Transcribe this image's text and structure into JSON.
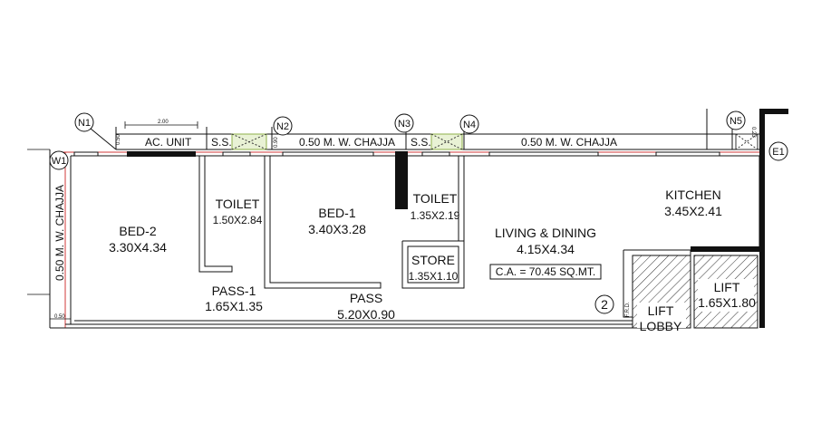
{
  "gridlines": {
    "n1": "N1",
    "n2": "N2",
    "n3": "N3",
    "n4": "N4",
    "n5": "N5",
    "w1": "W1",
    "e1": "E1"
  },
  "labels": {
    "ac_unit": "AC. UNIT",
    "ss_left": "S.S.",
    "ss_mid": "S.S.",
    "chajja_top_left": "0.50 M. W. CHAJJA",
    "chajja_top_right": "0.50 M. W. CHAJJA",
    "chajja_side": "0.50 M. W. CHAJJA",
    "dim_200": "2.00",
    "dim_050_top": "0.50",
    "dim_050_left": "0.50",
    "dim_090": "0.90",
    "dim_023": "0.23",
    "frd": "F.R.D.",
    "area_note": "C.A. = 70.45 SQ.MT.",
    "stair_number": "2"
  },
  "rooms": {
    "bed2": {
      "name": "BED-2",
      "size": "3.30X4.34"
    },
    "toilet1": {
      "name": "TOILET",
      "size": "1.50X2.84"
    },
    "bed1": {
      "name": "BED-1",
      "size": "3.40X3.28"
    },
    "toilet2": {
      "name": "TOILET",
      "size": "1.35X2.19"
    },
    "store": {
      "name": "STORE",
      "size": "1.35X1.10"
    },
    "living": {
      "name": "LIVING & DINING",
      "size": "4.15X4.34"
    },
    "kitchen": {
      "name": "KITCHEN",
      "size": "3.45X2.41"
    },
    "pass1": {
      "name": "PASS-1",
      "size": "1.65X1.35"
    },
    "pass": {
      "name": "PASS",
      "size": "5.20X0.90"
    },
    "lift": {
      "name": "LIFT",
      "size": "1.65X1.80"
    },
    "lift_lobby": {
      "name": "LIFT",
      "name2": "LOBBY"
    }
  },
  "colors": {
    "line": "#111111",
    "red_line": "#d23a3a",
    "wall_fill": "#111111",
    "duct_green": "#8fb04a"
  }
}
